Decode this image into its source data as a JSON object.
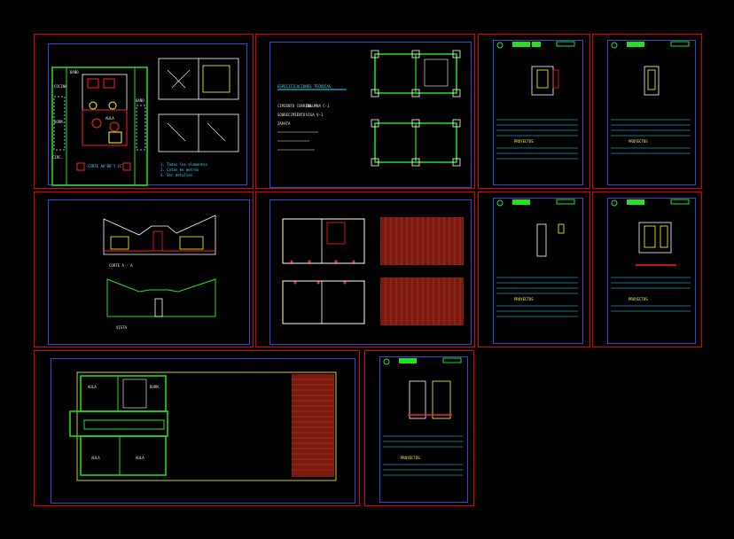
{
  "viewer": {
    "background": "#000000",
    "sheet_border_color": "#e00000",
    "frame_color": "#2a4bd8",
    "wall_color": "#22e222",
    "accent_cyan": "#2fe0ff",
    "accent_yellow": "#ffff33",
    "accent_red": "#ff2020"
  },
  "sheets": {
    "plan_top": {
      "room_labels": [
        "BAÑO",
        "COCINA",
        "DORM.",
        "AULA",
        "BAÑO",
        "CIRC."
      ],
      "caption": "CORTE AA'BB'Y CC",
      "notes": [
        "1. Todos los elementos",
        "2. Cotas en metros",
        "3. Ver detalles"
      ]
    },
    "foundation": {
      "title": "ESPECIFICACIONES TECNICAS",
      "notes": [
        "CIMIENTO CORRIDO",
        "SOBRECIMIENTO",
        "ZAPATA",
        "COLUMNA C-1",
        "VIGA V-1"
      ]
    },
    "sections": {
      "section_caption": "CORTE A - A",
      "elevation_caption": "VISTA"
    },
    "detail_sheet": {
      "proyectos_label": "PROYECTOS"
    },
    "large_plan": {
      "room_labels": [
        "AULA",
        "DORM.",
        "AULA",
        "AULA"
      ]
    }
  }
}
